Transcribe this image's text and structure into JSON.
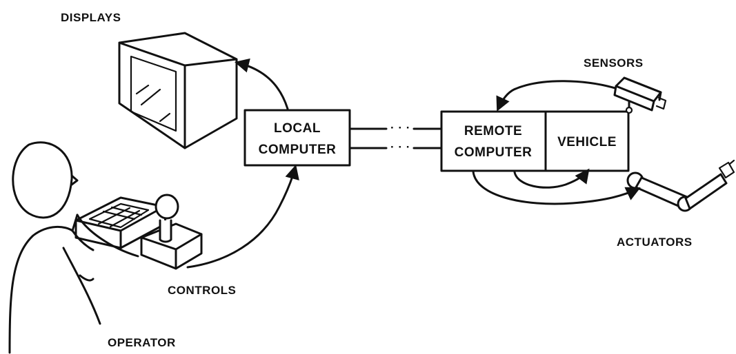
{
  "labels": {
    "displays": "DISPLAYS",
    "sensors": "SENSORS",
    "actuators": "ACTUATORS",
    "controls": "CONTROLS",
    "operator": "OPERATOR"
  },
  "boxes": {
    "local_computer": {
      "line1": "LOCAL",
      "line2": "COMPUTER"
    },
    "remote_computer": {
      "line1": "REMOTE",
      "line2": "COMPUTER"
    },
    "vehicle": {
      "line1": "VEHICLE"
    }
  },
  "link_dots": "· · ·",
  "colors": {
    "ink": "#111111",
    "background": "#ffffff"
  }
}
